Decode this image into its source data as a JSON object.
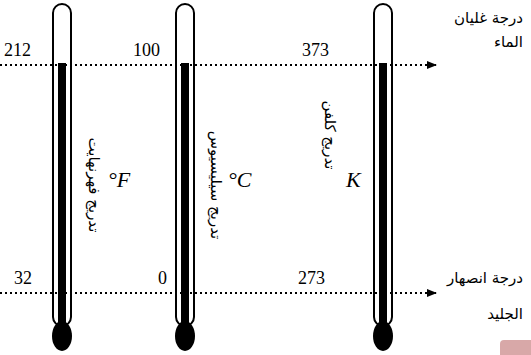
{
  "diagram": {
    "labels": [
      "212",
      "100",
      "373",
      "درجة غليان الماء",
      "تدريج فهرنهايت",
      "°F",
      "تدريج سيليسيوس",
      "°C",
      "تدريج كلفن",
      "K",
      "32",
      "0",
      "273",
      "درجة انصهار الجليد"
    ]
  }
}
